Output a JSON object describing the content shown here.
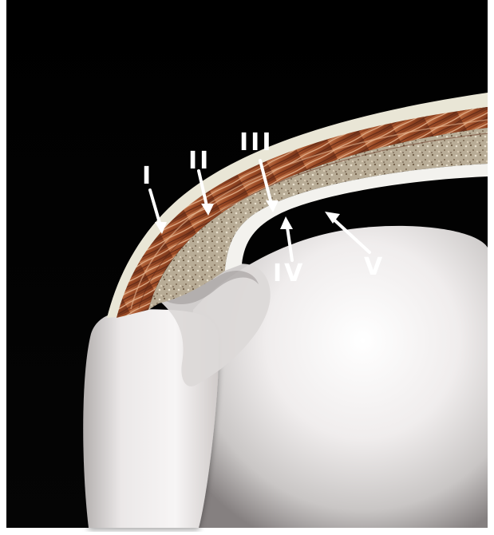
{
  "figure": {
    "labels": {
      "layer_1": "I",
      "layer_2": "II",
      "layer_3": "III",
      "layer_4": "IV",
      "layer_5": "V"
    },
    "colors": {
      "background": "#000000",
      "frame": "#ffffff",
      "outer_layer": "#e9e6d6",
      "muscle_layer": "#a9572e",
      "muscle_highlight": "#d99a6f",
      "porous_layer": "#b7ab95",
      "inner_layer": "#f1f0ea",
      "white_body": "#e8e6e6",
      "shadow": "#6e6b6b",
      "arrow_and_text": "#ffffff"
    }
  }
}
